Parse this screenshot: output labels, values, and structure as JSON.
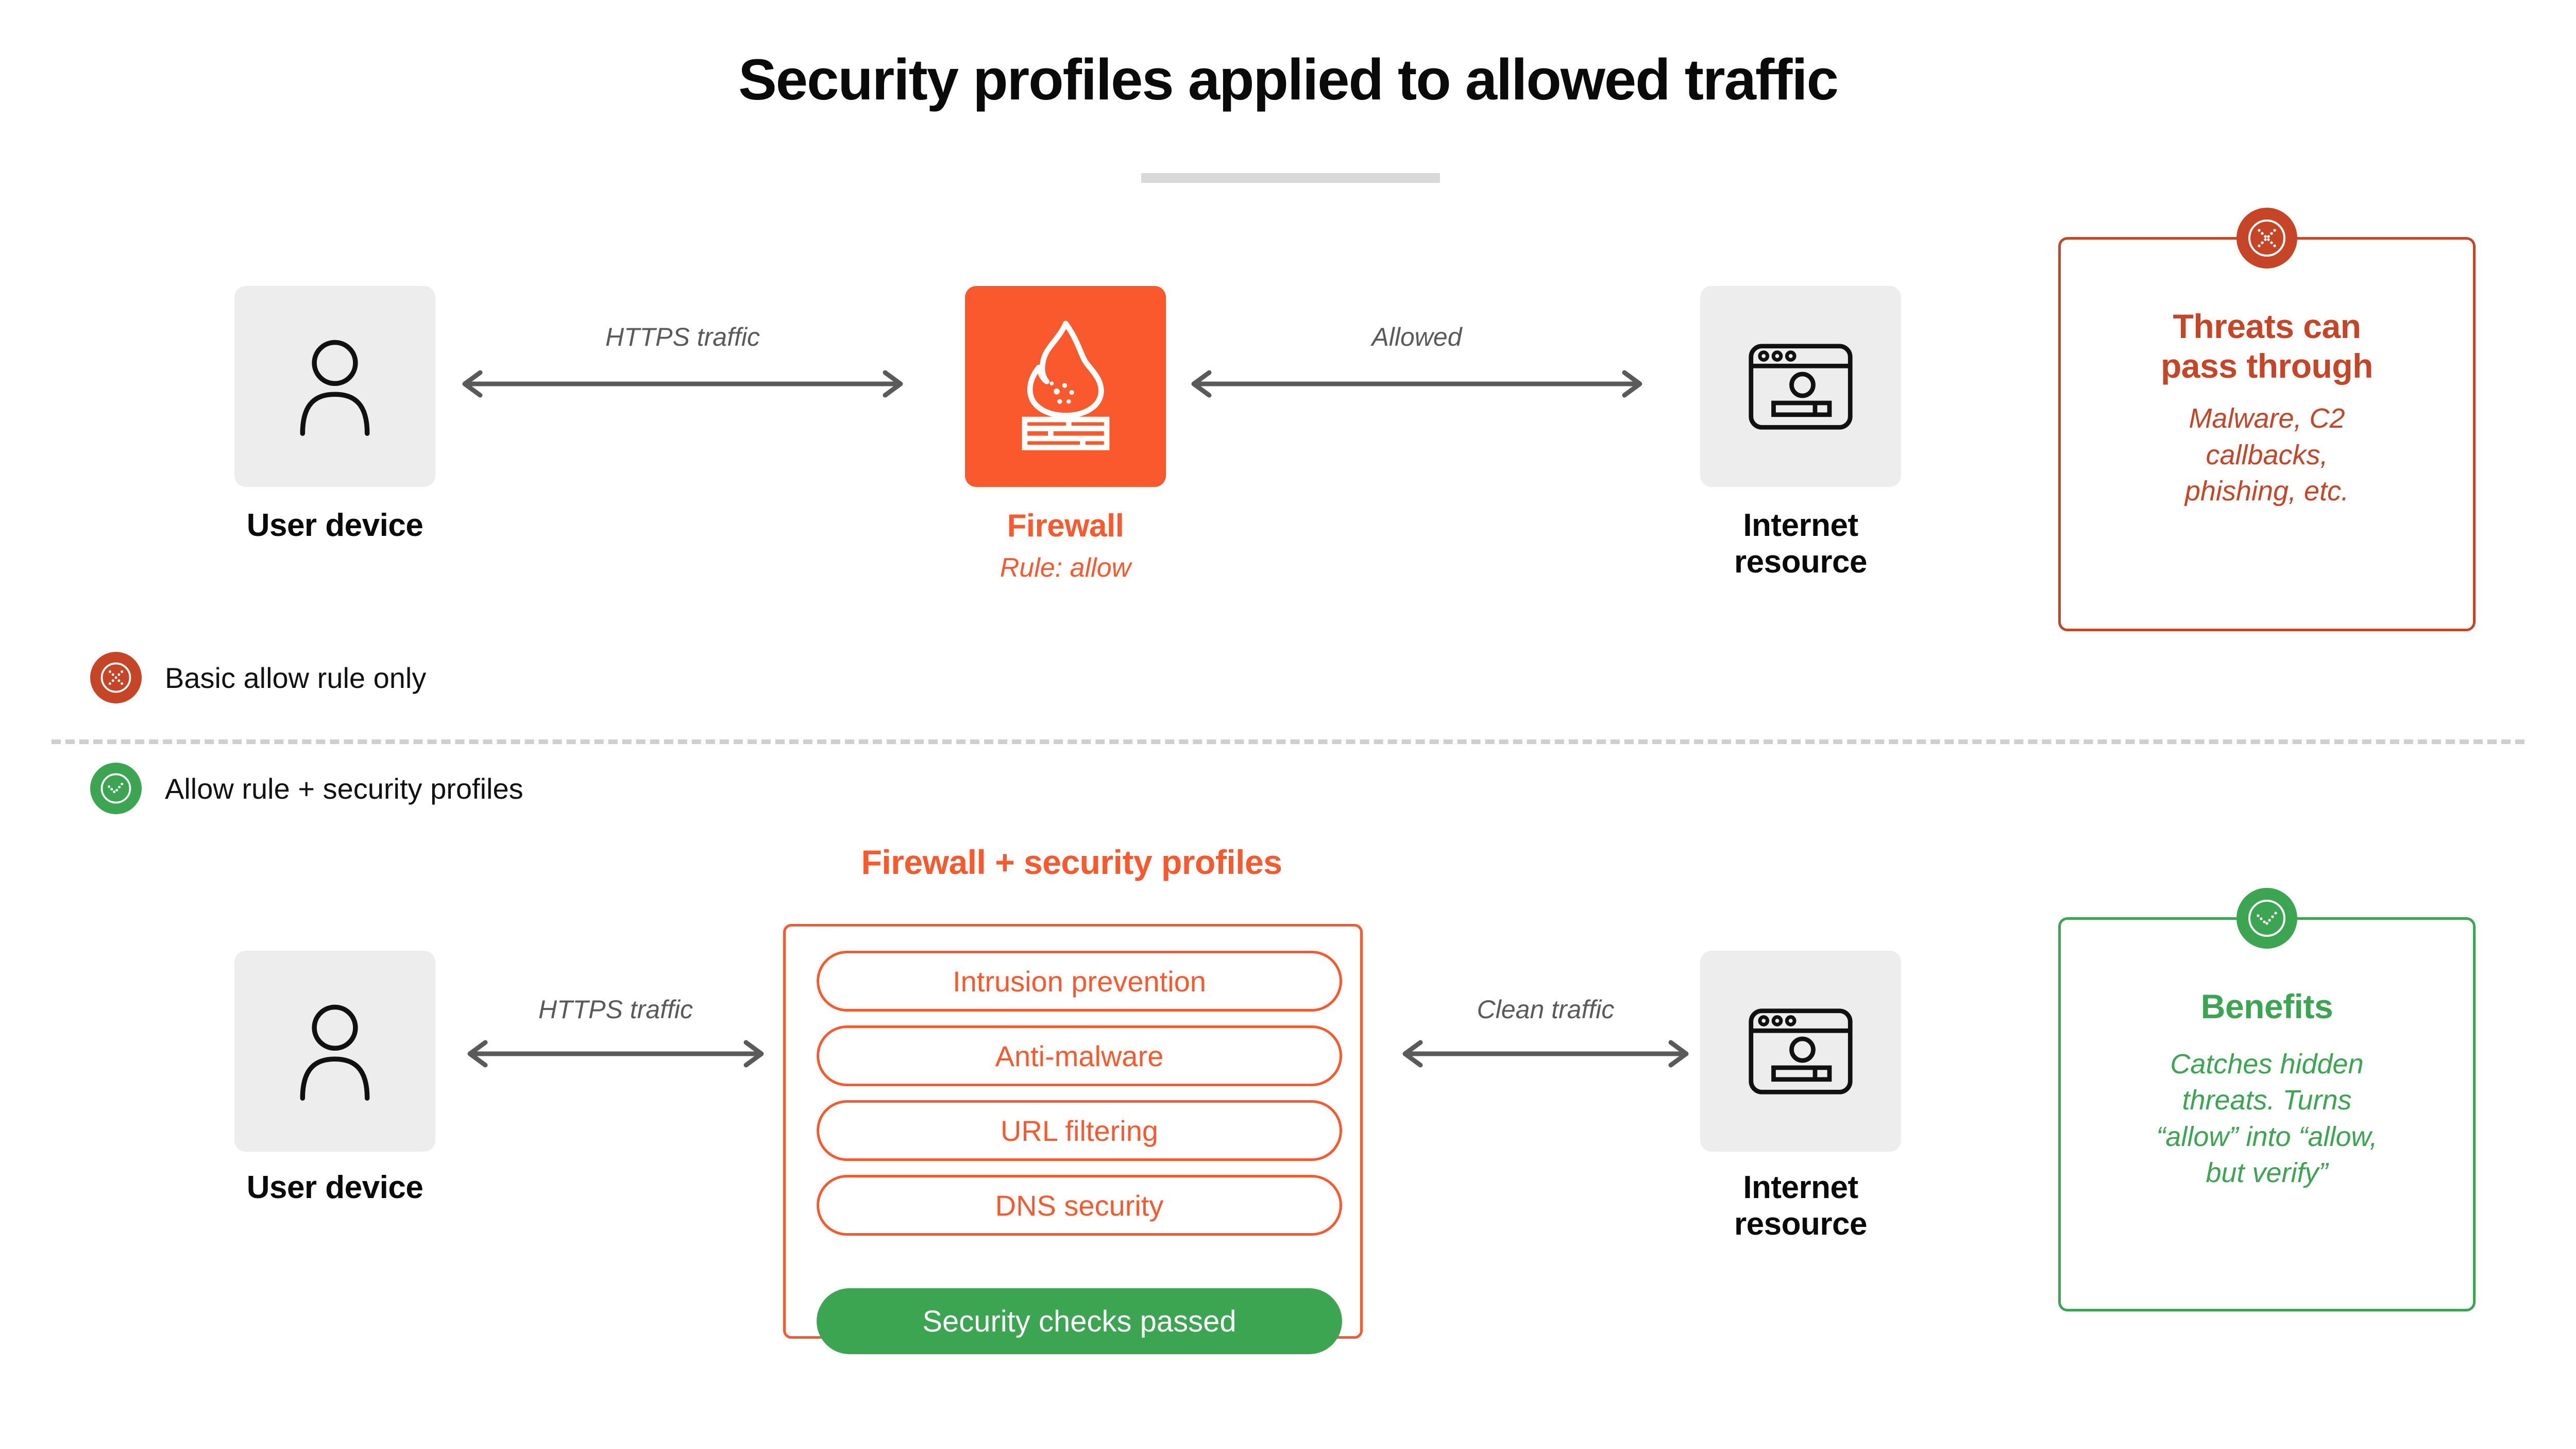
{
  "title": "Security profiles applied to allowed traffic",
  "colors": {
    "firewall_orange": "#FA582D",
    "threat_red": "#C64527",
    "benefit_green": "#3BA552",
    "tile_gray": "#EDEDED",
    "arrow_gray": "#5A5A5A",
    "divider_gray": "#CFCFCF"
  },
  "top_row": {
    "user_device": {
      "label": "User device",
      "icon": "person-icon"
    },
    "firewall": {
      "label": "Firewall",
      "sublabel": "Rule: allow",
      "icon": "firewall-flame-brick-icon"
    },
    "internet_resource": {
      "label": "Internet\nresource",
      "label_line1": "Internet",
      "label_line2": "resource",
      "icon": "browser-window-icon"
    },
    "arrow_left_label": "HTTPS traffic",
    "arrow_right_label": "Allowed"
  },
  "bottom_row": {
    "user_device": {
      "label": "User device",
      "icon": "person-icon"
    },
    "internet_resource": {
      "label_line1": "Internet",
      "label_line2": "resource",
      "icon": "browser-window-icon"
    },
    "arrow_left_label": "HTTPS traffic",
    "arrow_right_label": "Clean traffic",
    "group_heading": "Firewall + security profiles",
    "profiles": [
      "Intrusion prevention",
      "Anti-malware",
      "URL filtering",
      "DNS security"
    ],
    "status_pill": "Security checks passed"
  },
  "legend": [
    {
      "label": "Basic allow rule only",
      "icon": "circle-x-icon",
      "color": "#C64527"
    },
    {
      "label": "Allow rule + security profiles",
      "icon": "circle-check-icon",
      "color": "#3BA552"
    }
  ],
  "cards": {
    "threats": {
      "badge_icon": "circle-x-icon",
      "title_line1": "Threats can",
      "title_line2": "pass through",
      "body_line1": "Malware, C2",
      "body_line2": "callbacks,",
      "body_line3": "phishing, etc."
    },
    "benefits": {
      "badge_icon": "circle-check-icon",
      "title": "Benefits",
      "body_line1": "Catches hidden",
      "body_line2": "threats. Turns",
      "body_line3": "“allow” into “allow,",
      "body_line4": "but verify”"
    }
  }
}
